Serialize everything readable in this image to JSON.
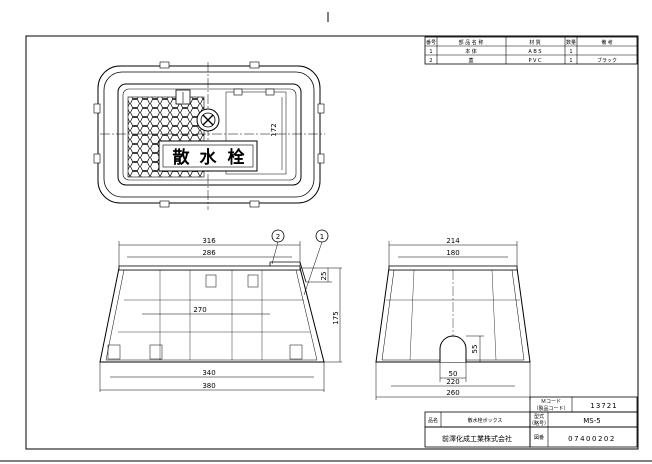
{
  "parts_table": {
    "headers": [
      "番号",
      "部 品 名 称",
      "材 質",
      "数量",
      "備 考"
    ],
    "rows": [
      {
        "no": "1",
        "name": "本 体",
        "material": "A B S",
        "qty": "1",
        "remark": ""
      },
      {
        "no": "2",
        "name": "蓋",
        "material": "P V C",
        "qty": "1",
        "remark": "ブラック"
      }
    ]
  },
  "lid_label": "散水栓",
  "lid_letters": [
    "散",
    "水",
    "栓"
  ],
  "plan_dims": {
    "depth": "172"
  },
  "front_dims": {
    "top_outer": "316",
    "top_inner": "286",
    "inner": "270",
    "base_inner": "340",
    "base_outer": "380",
    "lid_height": "25",
    "height": "175"
  },
  "side_dims": {
    "top_outer": "214",
    "top_inner": "180",
    "notch_width": "50",
    "base_inner": "220",
    "base_outer": "260",
    "notch_height": "55"
  },
  "callouts": [
    "2",
    "1"
  ],
  "title_block": {
    "mcode_label_1": "Ｍコード",
    "mcode_label_2": "（製品コード）",
    "mcode_value": "13721",
    "model_label_1": "型式",
    "model_label_2": "（略号）",
    "model_value": "MS-5",
    "product_label": "品名",
    "product_value": "散水栓ボックス",
    "company": "前澤化成工業株式会社",
    "drawing_label": "図番",
    "drawing_value": "07400202"
  }
}
